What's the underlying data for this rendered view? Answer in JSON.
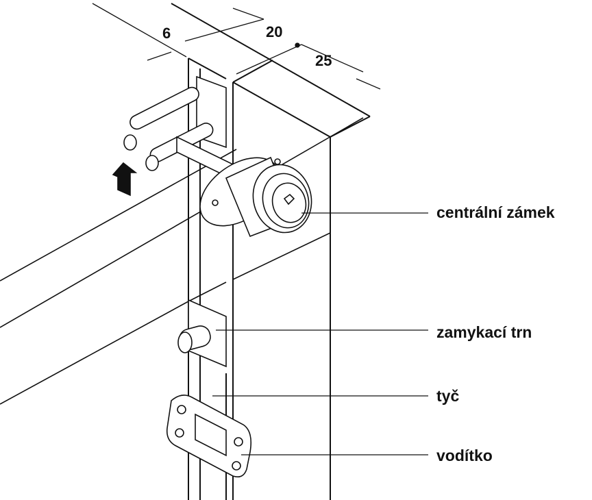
{
  "dimensions": {
    "d6": "6",
    "d20": "20",
    "d25": "25"
  },
  "labels": {
    "lock": "centrální zámek",
    "pin": "zamykací trn",
    "rod": "tyč",
    "guide": "vodítko"
  },
  "colors": {
    "line": "#111111",
    "fill": "#ffffff"
  }
}
